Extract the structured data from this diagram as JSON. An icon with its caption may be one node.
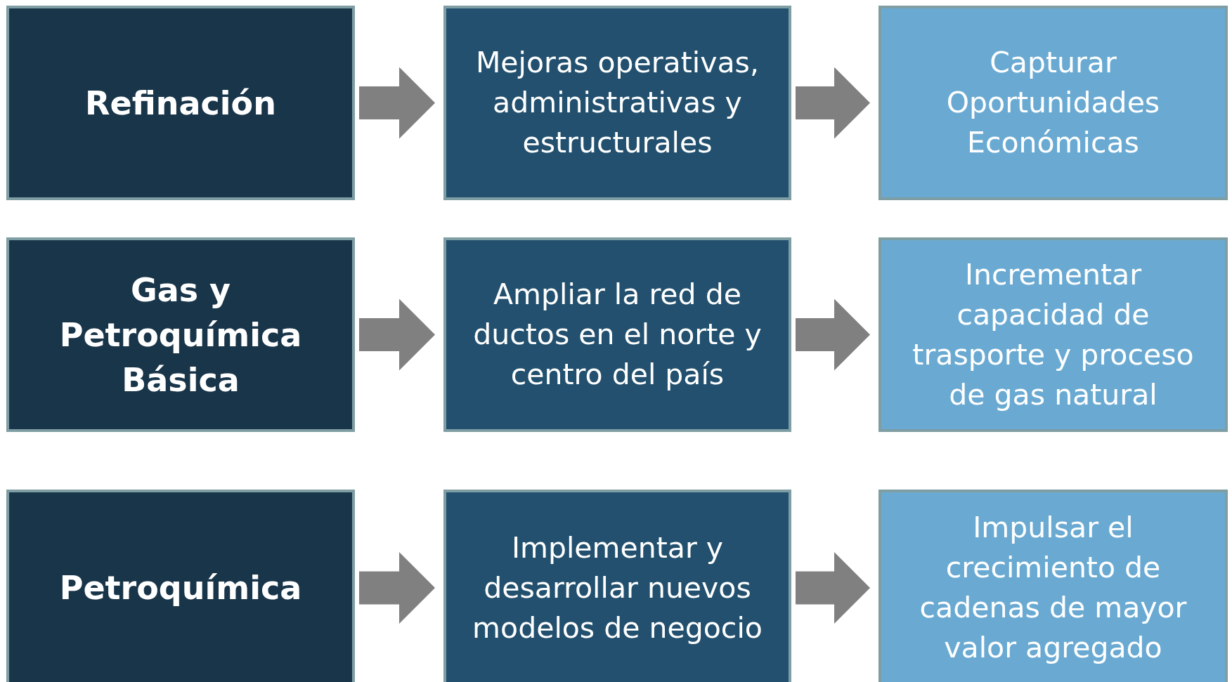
{
  "diagram": {
    "nodes": [
      {
        "text": [
          "Refinación"
        ]
      },
      {
        "text": [
          "Mejoras operativas, administrativas y estructurales"
        ]
      },
      {
        "text": [
          "Capturar Oportunidades Económicas"
        ]
      },
      {
        "text": [
          "Gas y Petroquímica Básica"
        ]
      },
      {
        "text": [
          "Ampliar la red de ductos  en el norte y centro del país"
        ]
      },
      {
        "text": [
          "Incrementar capacidad de trasporte y proceso de gas natural"
        ]
      },
      {
        "text": [
          "Petroquímica"
        ]
      },
      {
        "text": [
          "Implementar y desarrollar nuevos modelos de negocio"
        ]
      },
      {
        "text": [
          "Impulsar el crecimiento de cadenas de mayor valor agregado"
        ]
      }
    ],
    "edges": [
      {
        "from": 0,
        "to": 1,
        "arrow": "to"
      },
      {
        "from": 1,
        "to": 2,
        "arrow": "to"
      },
      {
        "from": 3,
        "to": 4,
        "arrow": "to"
      },
      {
        "from": 4,
        "to": 5,
        "arrow": "to"
      },
      {
        "from": 6,
        "to": 7,
        "arrow": "to"
      },
      {
        "from": 7,
        "to": 8,
        "arrow": "to"
      }
    ]
  }
}
